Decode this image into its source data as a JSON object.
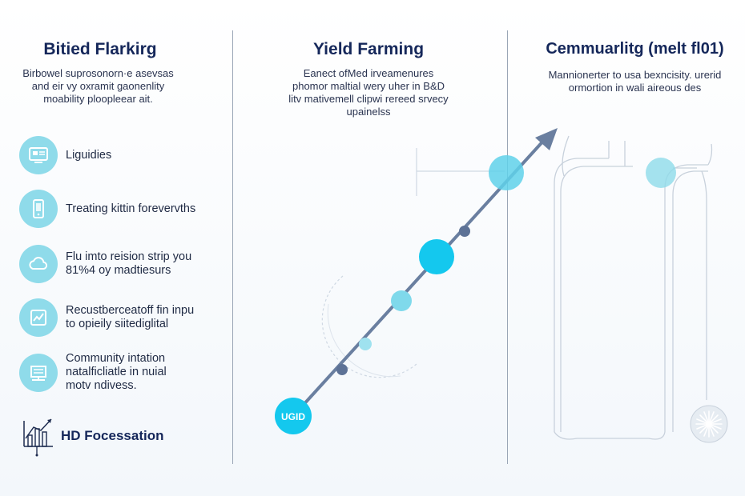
{
  "left": {
    "title": "Bitied Flarkirg",
    "description": "Birbowel suprosonorn·e asevsas\nand eir vy oxramit gaonenlity\nmoability ploopleear ait.",
    "items": [
      {
        "icon": "monitor-icon",
        "label": "Liguidies"
      },
      {
        "icon": "phone-icon",
        "label": "Treating kittin forevervths"
      },
      {
        "icon": "cloud-icon",
        "label": "Flu imto reision strip you\n81%4 oy madtiesurs"
      },
      {
        "icon": "chart-icon",
        "label": "Recustberceatoff fin inpu\nto opieily siitediglital"
      },
      {
        "icon": "server-icon",
        "label": "Community intation\nnatalficliatle in nuial\nmotv ndivess."
      }
    ],
    "brand": {
      "icon": "growth-chart-icon",
      "label": "HD Focessation"
    }
  },
  "middle": {
    "title": "Yield Farming",
    "description": "Eanect ofMed irveamenures\nphomor maltial wery uher in B&D\nlitv mativemell clipwi rereed srvecy\nupainelss",
    "start_node_label": "UGID"
  },
  "right": {
    "title": "Cemmuarlitg (melt fl01)",
    "description": "Mannionerter to usa bexncisity. urerid\normortion in wali aireous des"
  },
  "colors": {
    "cyan": "#14c8ee",
    "cyan_light": "#8fdbea",
    "arrow": "#6a7fa0",
    "title": "#15275a"
  }
}
